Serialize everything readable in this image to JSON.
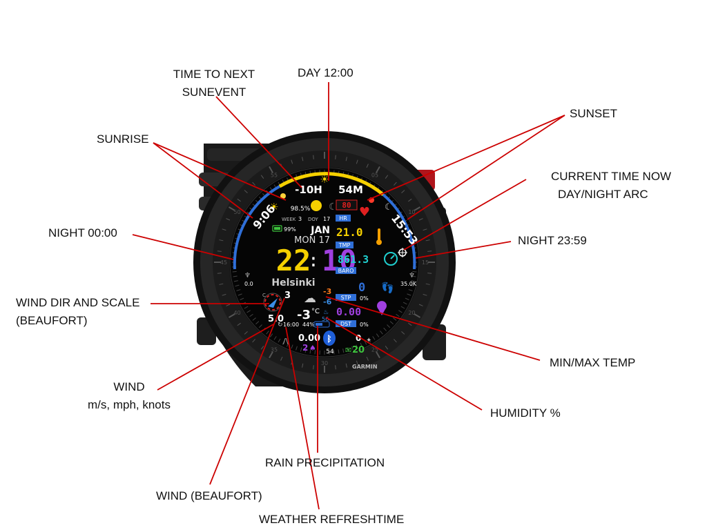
{
  "labels": {
    "time_to_next_sunevent_line1": "TIME TO NEXT",
    "time_to_next_sunevent_line2": "SUNEVENT",
    "day_noon": "DAY 12:00",
    "sunset": "SUNSET",
    "sunrise": "SUNRISE",
    "current_time_line1": "CURRENT TIME NOW",
    "current_time_line2": "DAY/NIGHT ARC",
    "night_start": "NIGHT 00:00",
    "night_end": "NIGHT 23:59",
    "wind_dir_line1": "WIND DIR AND SCALE",
    "wind_dir_line2": "(BEAUFORT)",
    "min_max_temp": "MIN/MAX TEMP",
    "wind_line1": "WIND",
    "wind_line2": "m/s, mph, knots",
    "humidity": "HUMIDITY %",
    "rain": "RAIN PRECIPITATION",
    "wind_beaufort": "WIND (BEAUFORT)",
    "weather_refresh": "WEATHER REFRESHTIME"
  },
  "watch": {
    "time_to_event": "-10H",
    "time_to_event_min": "54M",
    "sunrise_time": "9:06",
    "sunset_time": "15:53",
    "moon_percent": "98.5%",
    "week_label": "WEEK",
    "week_value": "3",
    "doy_label": "DOY",
    "doy_value": "17",
    "battery_percent": "99%",
    "month": "JAN",
    "weekday_date": "MON 17",
    "hour": "22",
    "minute": "10",
    "heart_rate": "80",
    "hr_label": "HR",
    "temperature": "21.0",
    "tmp_label": "TMP",
    "pressure": "861.3",
    "baro_label": "BARO",
    "left_scale_value": "0.0",
    "right_scale_value": "35.0K",
    "city": "Helsinki",
    "beaufort_scale": "3",
    "wind_speed": "5.0",
    "weather_temp": "-3",
    "temp_unit": "°C",
    "min_temp": "-3",
    "max_temp": "-6",
    "humidity_value": "56",
    "steps": "0",
    "stp_label": "STP",
    "steps_percent": "0%",
    "distance": "0.00",
    "dst_label": "DST",
    "distance_percent": "0%",
    "refresh_time": "16:00",
    "rain_percent": "44%",
    "bottom_distance": "0.00",
    "notifications": "2",
    "bluetooth_count": "54",
    "floors": "0",
    "messages": "20",
    "brand": "GARMIN",
    "bezel_numbers": [
      "05",
      "10",
      "15",
      "20",
      "25",
      "30",
      "35",
      "40",
      "45",
      "50",
      "55"
    ]
  },
  "colors": {
    "annotation_line": "#cc0000",
    "accent_yellow": "#f5d000",
    "accent_purple": "#a040e0",
    "accent_blue": "#3a8ee6",
    "accent_cyan": "#20d0d0",
    "accent_red": "#e02020"
  }
}
